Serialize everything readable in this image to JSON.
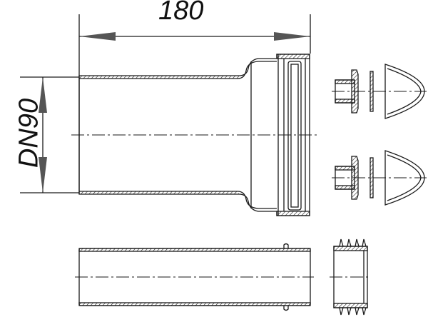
{
  "drawing": {
    "dimensions": {
      "length": "180",
      "diameter": "DN90"
    },
    "components": [
      {
        "name": "main-pipe-with-socket"
      },
      {
        "name": "plug-assembly-top"
      },
      {
        "name": "plug-assembly-bottom"
      },
      {
        "name": "extension-pipe"
      },
      {
        "name": "lip-seal-insert"
      }
    ],
    "colors": {
      "line": "#1a1a1a",
      "background": "#ffffff"
    }
  }
}
